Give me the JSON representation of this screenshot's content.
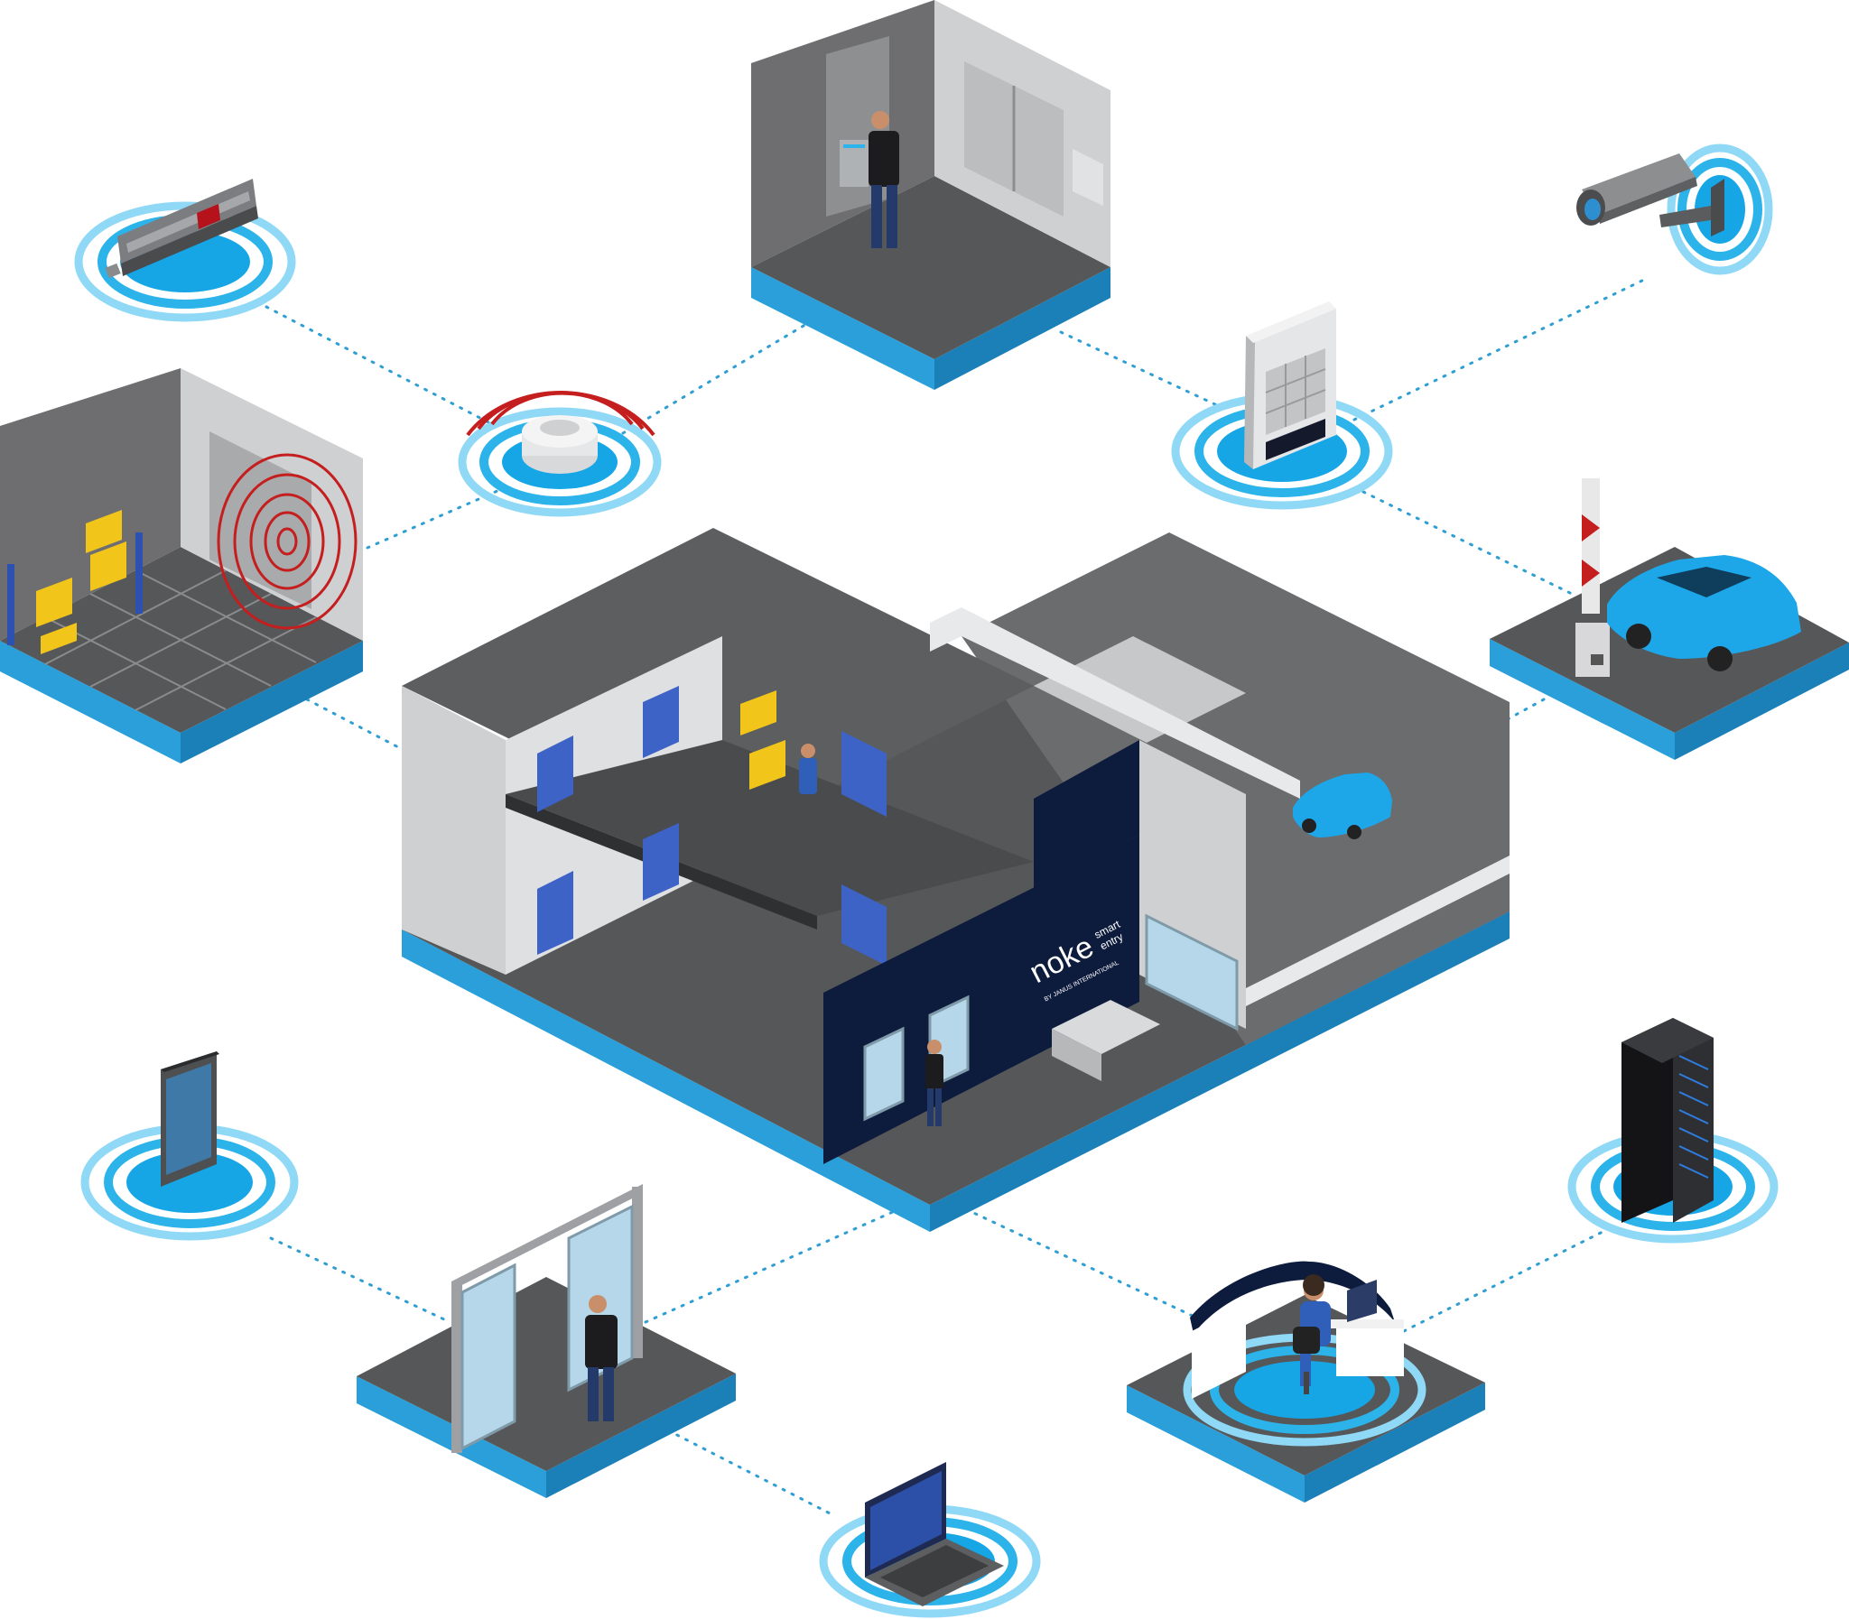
{
  "brand": {
    "logo_word": "noke",
    "logo_tag_top": "smart",
    "logo_tag_bottom": "entry",
    "logo_byline": "BY JANUS INTERNATIONAL"
  },
  "colors": {
    "accent_blue": "#16a6e6",
    "ring_light": "#8fd8f6",
    "dark_navy": "#0d1b3d",
    "car_blue": "#1ea7e8",
    "alarm_red": "#c41e1e"
  },
  "nodes": [
    {
      "id": "door-lock",
      "icon": "door-lock-icon"
    },
    {
      "id": "storage-unit-sensor",
      "icon": "motion-sensor-icon"
    },
    {
      "id": "smoke-detector",
      "icon": "smoke-detector-icon"
    },
    {
      "id": "elevator-keypad",
      "icon": "elevator-keypad-icon"
    },
    {
      "id": "keypad-reader",
      "icon": "keypad-icon"
    },
    {
      "id": "security-camera",
      "icon": "camera-icon"
    },
    {
      "id": "gate-barrier",
      "icon": "gate-barrier-icon"
    },
    {
      "id": "smartphone",
      "icon": "smartphone-icon"
    },
    {
      "id": "sliding-door",
      "icon": "sliding-door-icon"
    },
    {
      "id": "laptop",
      "icon": "laptop-icon"
    },
    {
      "id": "office-desk",
      "icon": "office-desk-icon"
    },
    {
      "id": "server-rack",
      "icon": "server-rack-icon"
    },
    {
      "id": "facility",
      "icon": "storage-facility-icon"
    }
  ]
}
